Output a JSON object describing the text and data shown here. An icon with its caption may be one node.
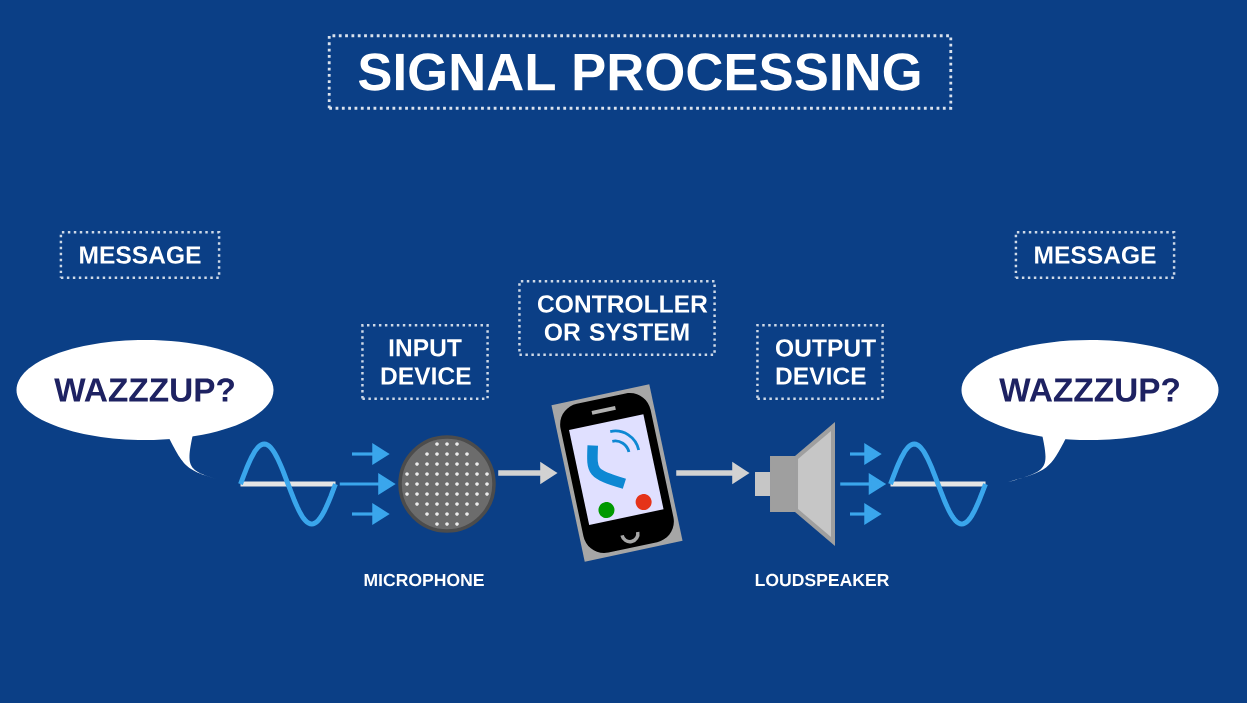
{
  "diagram": {
    "title": "SIGNAL PROCESSING",
    "nodes": [
      {
        "text": [
          "WAZZZUP?"
        ],
        "beside": [
          "MESSAGE"
        ]
      },
      {
        "text": [],
        "shape": "picture"
      },
      {
        "text": [],
        "shape": "picture",
        "beside": [
          "INPUT DEVICE",
          "MICROPHONE"
        ]
      },
      {
        "text": [],
        "shape": "picture",
        "beside": [
          "CONTROLLER OR SYSTEM"
        ]
      },
      {
        "text": [],
        "shape": "picture",
        "beside": [
          "OUTPUT DEVICE",
          "LOUDSPEAKER"
        ]
      },
      {
        "text": [],
        "shape": "picture"
      },
      {
        "text": [
          "WAZZZUP?"
        ],
        "beside": [
          "MESSAGE"
        ]
      }
    ],
    "edges": [
      {
        "from": 1,
        "to": 2,
        "arrow": "to",
        "color": "#3aa6ec"
      },
      {
        "from": 2,
        "to": 3,
        "arrow": "to",
        "color": "#d2d2d2"
      },
      {
        "from": 3,
        "to": 4,
        "arrow": "to",
        "color": "#d2d2d2"
      },
      {
        "from": 4,
        "to": 5,
        "arrow": "to",
        "color": "#3aa6ec"
      }
    ]
  }
}
